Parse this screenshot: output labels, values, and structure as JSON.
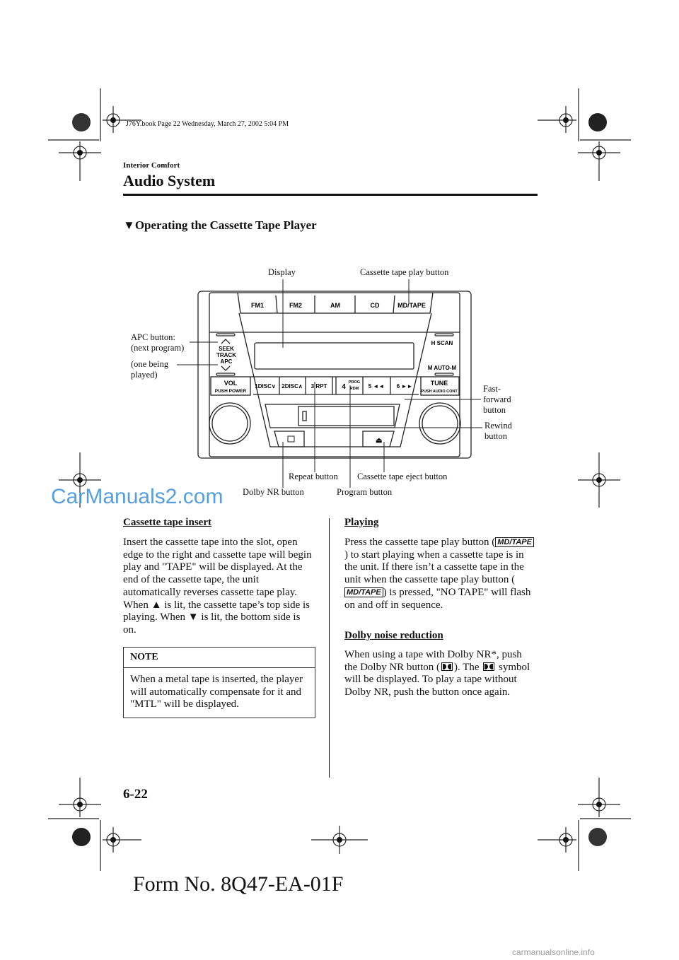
{
  "book_info": "J76Y.book  Page 22  Wednesday, March 27, 2002  5:04 PM",
  "header": {
    "section": "Interior Comfort",
    "title": "Audio System"
  },
  "section_title": "▼Operating the Cassette Tape Player",
  "diagram": {
    "callouts": {
      "display": "Display",
      "cassette_play": "Cassette tape play button",
      "apc_1": "APC button:",
      "apc_2": "(next program)",
      "apc_3": "(one being",
      "apc_4": "played)",
      "ff_1": "Fast-",
      "ff_2": "forward",
      "ff_3": "button",
      "rew_1": "Rewind",
      "rew_2": "button",
      "repeat": "Repeat button",
      "eject": "Cassette tape eject button",
      "dolby": "Dolby NR button",
      "program": "Program button"
    },
    "buttons": {
      "fm1": "FM1",
      "fm2": "FM2",
      "am": "AM",
      "cd": "CD",
      "mdtape": "MD/TAPE",
      "seek1": "SEEK",
      "seek2": "TRACK",
      "seek3": "APC",
      "scan": "H SCAN",
      "autom": "M AUTO-M",
      "vol": "VOL",
      "power": "PUSH POWER",
      "b1": "1DISC∨",
      "b2": "2DISC∧",
      "b3": "3 RPT",
      "b4": "4",
      "b4a": "PROG",
      "b4b": "RDM",
      "b5": "5 ◄◄",
      "b6": "6 ►►",
      "tune": "TUNE",
      "audio": "PUSH AUDIO CONT"
    }
  },
  "left": {
    "heading": "Cassette tape insert",
    "p1": "Insert the cassette tape into the slot, open edge to the right and cassette tape will begin play and \"TAPE\" will be displayed. At the end of the cassette tape, the unit automatically reverses cassette tape play.",
    "p2a": "When ",
    "p2b": " is lit, the cassette tape’s top side is playing. When ",
    "p2c": " is lit, the bottom side is on.",
    "up_glyph": "▲",
    "down_glyph": "▼",
    "note_head": "NOTE",
    "note_body": "When a metal tape is inserted, the player will automatically compensate for it and \"MTL\" will be displayed."
  },
  "right": {
    "heading1": "Playing",
    "p1a": "Press the cassette tape play button (",
    "icon_md": "MD/TAPE",
    "p1b": ") to start playing when a cassette tape is in the unit. If there isn’t a cassette tape in the unit when the cassette tape play button (",
    "p1c": ") is pressed, \"NO TAPE\" will flash on and off in sequence.",
    "heading2": "Dolby noise reduction",
    "p2a": "When using a tape with Dolby NR*, push the Dolby NR button (",
    "p2b": "). The ",
    "p2c": " symbol will be displayed. To play a tape without Dolby NR, push the button once again."
  },
  "page_number": "6-22",
  "form_number": "Form No. 8Q47-EA-01F",
  "watermark": "CarManuals2.com",
  "watermark2": "carmanualsonline.info"
}
